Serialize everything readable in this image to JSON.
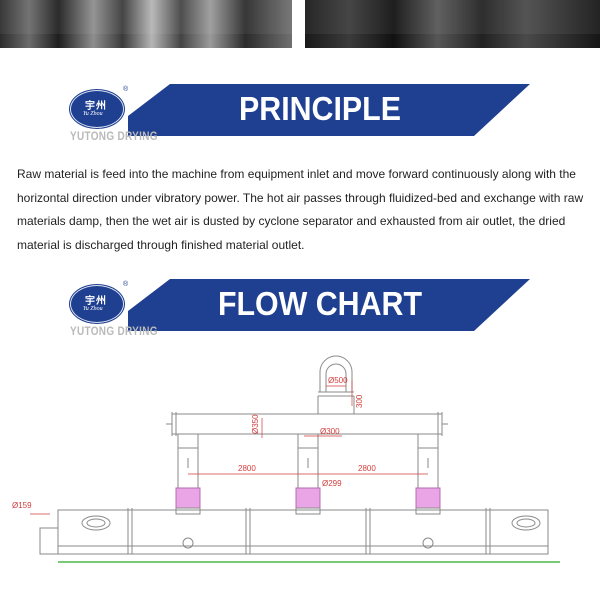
{
  "sections": {
    "principle": {
      "title": "PRINCIPLE",
      "description": "Raw material is feed into the machine from equipment inlet and move forward continuously along with the horizontal direction under vibratory power. The hot air passes through fluidized-bed and exchange with raw materials damp, then the wet air is dusted by cyclone separator and exhausted from air outlet, the dried material is discharged through finished material outlet."
    },
    "flow_chart": {
      "title": "FLOW CHART"
    }
  },
  "logo": {
    "chinese": "宇州",
    "script": "Yu Zhou",
    "brand": "YUTONG DRYING",
    "registered": "®"
  },
  "colors": {
    "banner": "#1f3f91",
    "drawing_line": "#8a8a8a",
    "dimension": "#d23c3c",
    "highlight": "#e9a5e6",
    "ground": "#4cb64c"
  },
  "drawing": {
    "dim_top_diameter": "Ø500",
    "dim_pipe_diameter": "Ø300",
    "dim_header_diameter": "Ø350",
    "dim_span_left": "2800",
    "dim_span_right": "2800",
    "dim_riser_diameter": "Ø299",
    "dim_vertical": "300",
    "dim_left_label": "Ø159"
  }
}
